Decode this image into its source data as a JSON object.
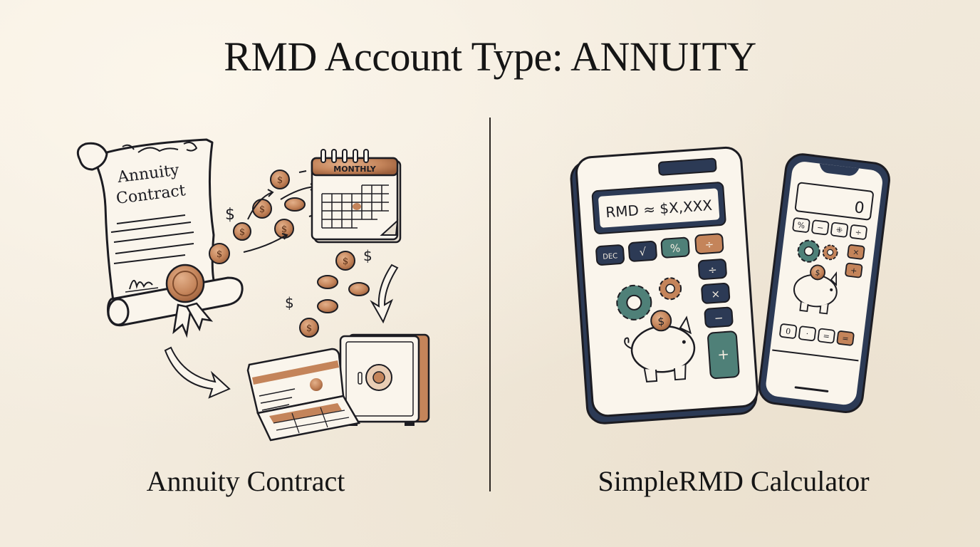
{
  "title": "RMD Account Type: ANNUITY",
  "colors": {
    "background": "#f3ece0",
    "ink": "#1c1c22",
    "copper": "#c4845a",
    "navy": "#2c3a55",
    "teal": "#4f8078",
    "paper": "#faf5ec"
  },
  "left_panel": {
    "label": "Annuity Contract",
    "scroll": {
      "heading_line1": "Annuity",
      "heading_line2": "Contract",
      "signature": "𝓈"
    },
    "calendar": {
      "header": "MONTHLY"
    },
    "coin_symbol": "$",
    "dollar_glyph": "$"
  },
  "right_panel": {
    "label": "SimpleRMD Calculator",
    "calculator": {
      "display": "RMD ≈ $X,XXX",
      "buttons_top": [
        "DEC",
        "√",
        "%",
        "÷"
      ],
      "buttons_side": [
        "÷",
        "×",
        "−",
        "+"
      ]
    },
    "phone": {
      "display": "0",
      "buttons_top": [
        "%",
        "−",
        "⁜",
        "÷"
      ],
      "buttons_side": [
        "×",
        "+"
      ],
      "buttons_bottom": [
        "0",
        "·",
        "=",
        "="
      ]
    },
    "coin_symbol": "$"
  }
}
